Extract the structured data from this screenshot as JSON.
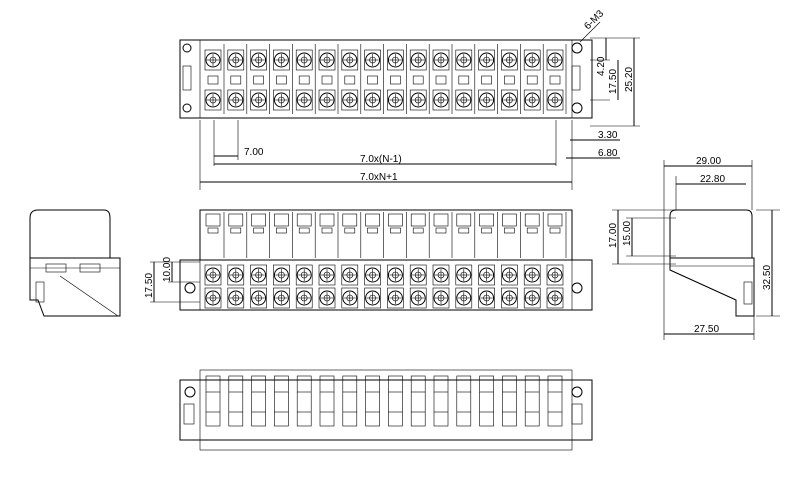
{
  "terminal_count": 16,
  "dimensions": {
    "mount_hole": "6-M3",
    "top_row_offset": "4.20",
    "row_pitch": "17.50",
    "total_height": "25.20",
    "bottom_offset": "3.30",
    "pitch": "7.00",
    "pitch_span": "7.0x(N-1)",
    "total_span": "7.0xN+1",
    "end_margin": "6.80",
    "front_row_pitch": "17.50",
    "front_offset": "10.00",
    "side_total_width": "29.00",
    "side_inner_width": "22.80",
    "side_base_width": "27.50",
    "side_height": "17.00",
    "side_inner_height": "15.00",
    "side_total_height": "32.50"
  }
}
